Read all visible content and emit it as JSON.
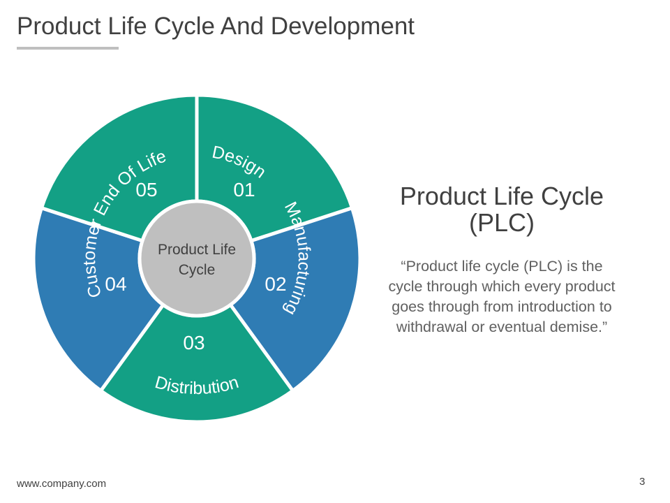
{
  "slide": {
    "title": "Product Life Cycle And Development",
    "footer_url": "www.company.com",
    "page_number": "3"
  },
  "cycle": {
    "center_lines": [
      "Product Life",
      "Cycle"
    ],
    "segments": [
      {
        "number": "01",
        "label": "Design",
        "color": "#13a085"
      },
      {
        "number": "02",
        "label": "Manufacturing",
        "color": "#2f7cb4"
      },
      {
        "number": "03",
        "label": "Distribution",
        "color": "#13a085"
      },
      {
        "number": "04",
        "label": "Customer",
        "color": "#2f7cb4"
      },
      {
        "number": "05",
        "label": "End Of Life",
        "color": "#13a085"
      }
    ],
    "center_color": "#bfbfbf"
  },
  "side_panel": {
    "heading_lines": [
      "Product Life Cycle",
      "(PLC)"
    ],
    "description_lines": [
      "“Product life cycle (PLC) is the",
      "cycle through which every product",
      "goes through from introduction to",
      "withdrawal or eventual demise.”"
    ]
  }
}
